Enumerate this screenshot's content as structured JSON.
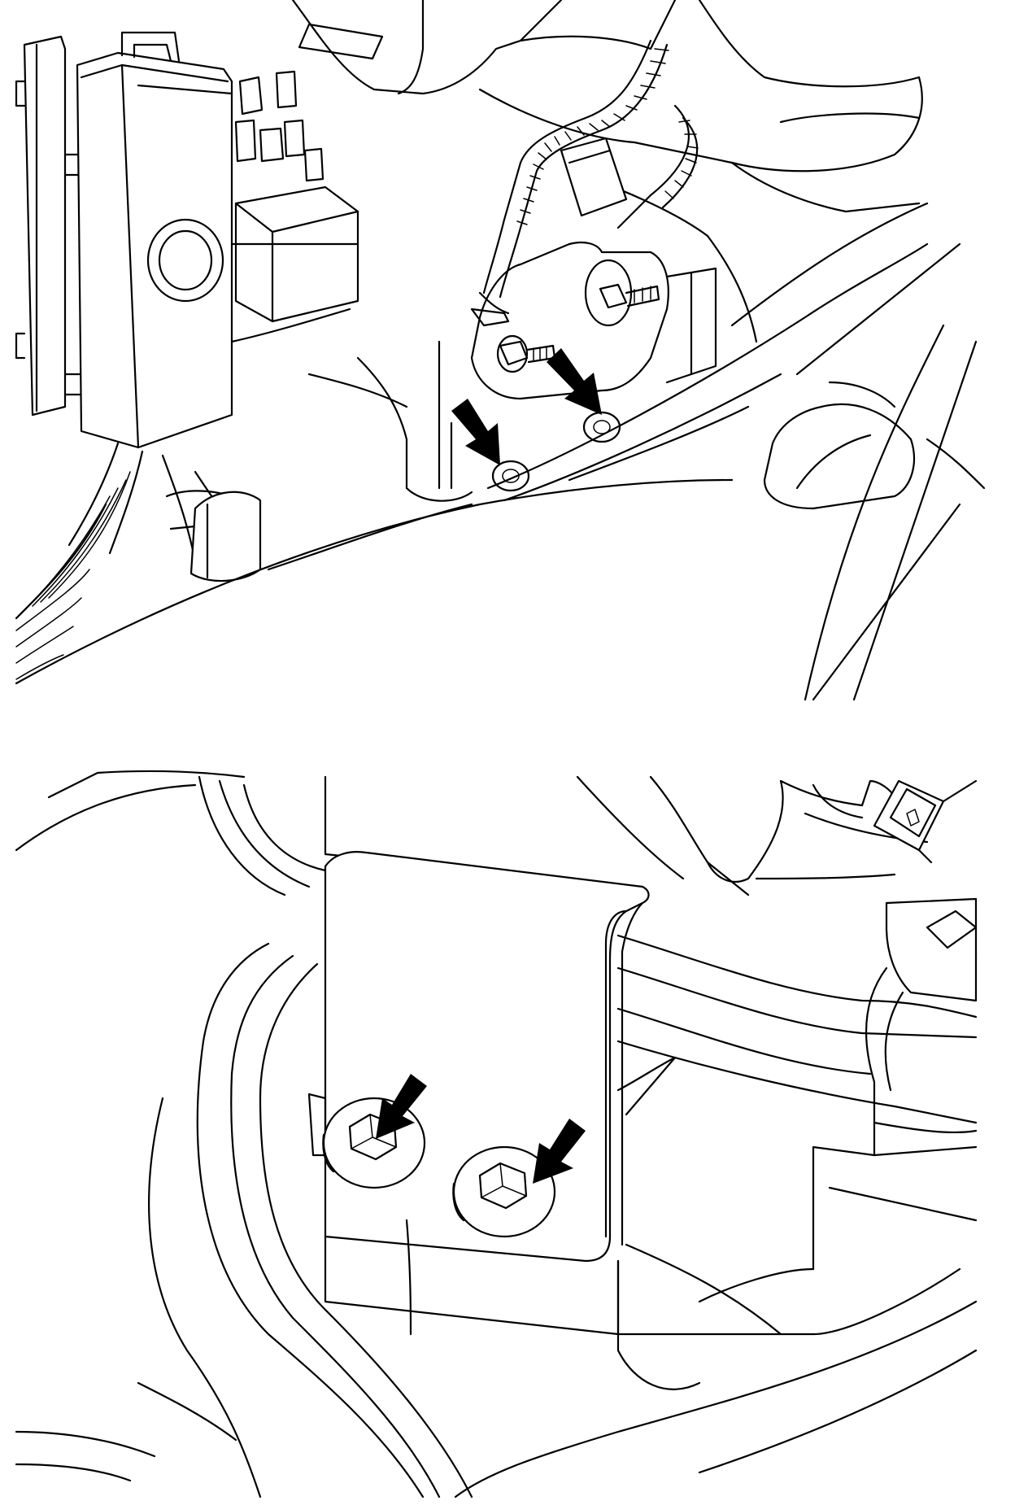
{
  "figure": {
    "panels": [
      {
        "id": "top",
        "arrows": 2,
        "fasteners_indicated": 2
      },
      {
        "id": "bottom",
        "arrows": 2,
        "fasteners_indicated": 2
      }
    ],
    "colors": {
      "line": "#000000",
      "background": "#ffffff",
      "arrow": "#000000"
    },
    "icons": [
      "arrow-icon",
      "bolt-icon",
      "nut-icon"
    ]
  }
}
